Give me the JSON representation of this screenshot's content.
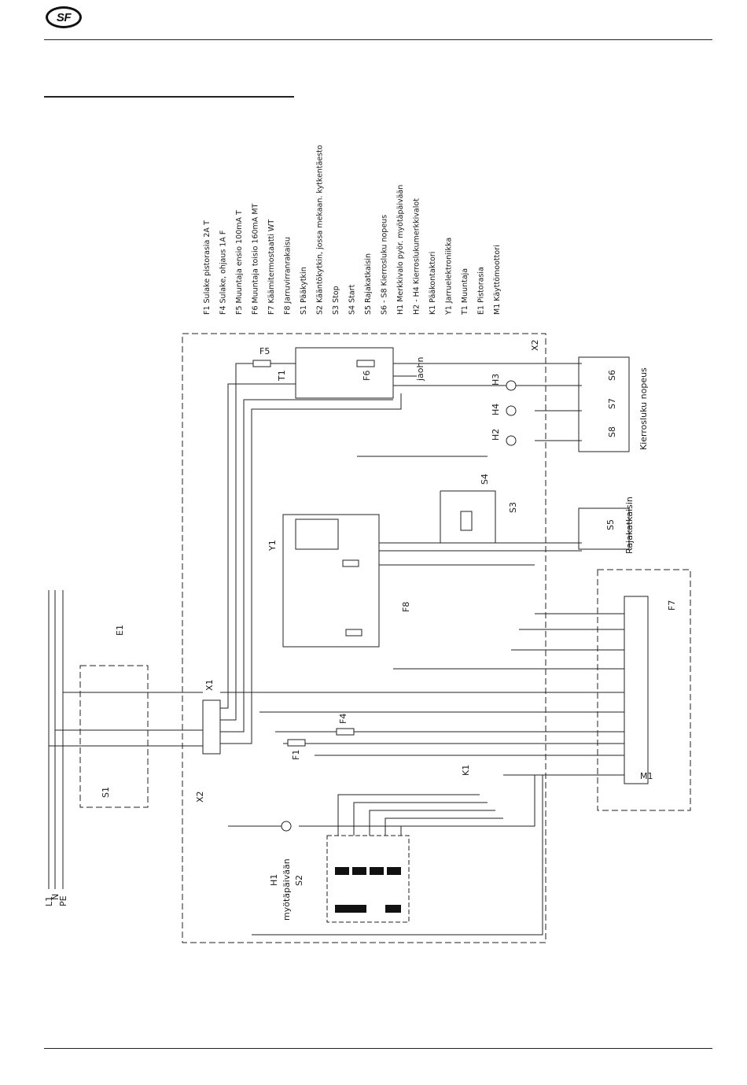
{
  "logo": "SF",
  "legend": [
    "F1 Sulake pistorasia 2A T",
    "F4 Sulake, ohjaus 1A F",
    "F5 Muuntaja ensio 100mA T",
    "F6 Muuntaja toisio 160mA MT",
    "F7 Käämitermostaatti WT",
    "F8 Jarruvirranrakaisu",
    "S1 Pääkytkin",
    "S2 Kääntökytkin, jossa mekaan. kytkentäesto",
    "S3 Stop",
    "S4 Start",
    "S5 Rajakatkaisin",
    "S6 - S8 Kierrosluku nopeus",
    "H1 Merkkivalo pyör. myötäpäivään",
    "H2 - H4 Kierroslukumerkkivalot",
    "K1 Pääkontaktori",
    "Y1 Jarruelektroniikka",
    "T1 Muuntaja",
    "E1 Pistorasia",
    "M1 Käyttömoottori"
  ],
  "labels": {
    "F5": "F5",
    "T1": "T1",
    "F6": "F6",
    "X2": "X2",
    "H3": "H3",
    "H4": "H4",
    "H2": "H2",
    "S6": "S6",
    "S7": "S7",
    "S8": "S8",
    "kierros": "Kierrosluku nopeus",
    "S4": "S4",
    "S3": "S3",
    "S5": "S5",
    "rajakatkaisin": "Rajakatkaisin",
    "Y1": "Y1",
    "F8": "F8",
    "F7": "F7",
    "X1": "X1",
    "E1": "E1",
    "S1": "S1",
    "F4": "F4",
    "F1": "F1",
    "K1": "K1",
    "H1": "H1",
    "myotapaivaan": "myötäpäivään",
    "S2": "S2",
    "L1": "L1",
    "N": "N",
    "PE": "PE",
    "M1": "M1",
    "jaohn": "jaohn",
    "X2b": "X2"
  }
}
